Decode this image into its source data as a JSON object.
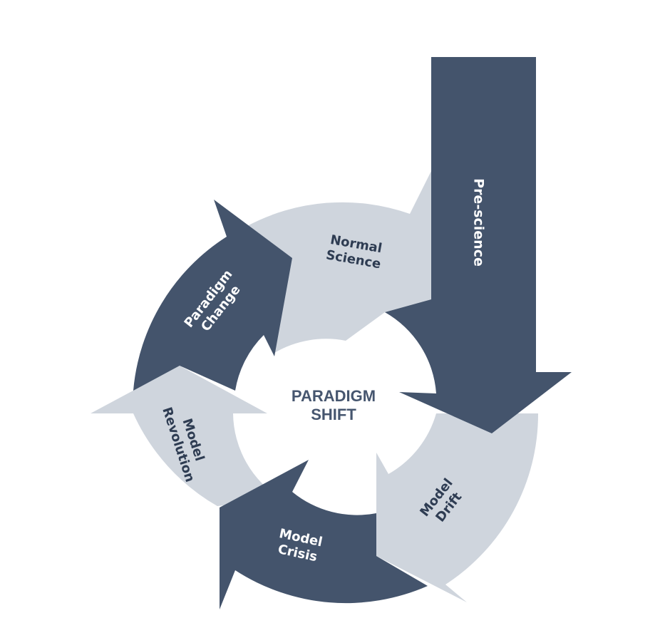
{
  "diagram": {
    "title": "Paradigm Shift Cycle",
    "center_label": [
      "PARADIGM",
      "SHIFT"
    ],
    "colors": {
      "dark": "#44546c",
      "light": "#cfd5dd",
      "background": "#ffffff",
      "dark_text": "#2e3c52",
      "light_text": "#ffffff"
    },
    "entry": {
      "label": "Pre-science",
      "color": "dark"
    },
    "stages": [
      {
        "id": "normal-science",
        "lines": [
          "Normal",
          "Science"
        ],
        "color": "light"
      },
      {
        "id": "model-drift",
        "lines": [
          "Model",
          "Drift"
        ],
        "color": "light"
      },
      {
        "id": "model-crisis",
        "lines": [
          "Model",
          "Crisis"
        ],
        "color": "dark"
      },
      {
        "id": "model-revolution",
        "lines": [
          "Model",
          "Revolution"
        ],
        "color": "light"
      },
      {
        "id": "paradigm-change",
        "lines": [
          "Paradigm",
          "Change"
        ],
        "color": "dark"
      }
    ],
    "flow": [
      "Pre-science",
      "Model Drift",
      "Model Crisis",
      "Model Revolution",
      "Paradigm Change",
      "Normal Science"
    ]
  }
}
